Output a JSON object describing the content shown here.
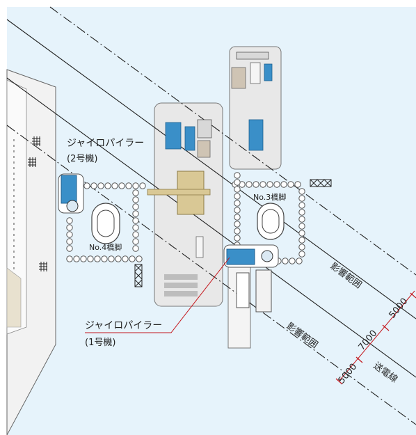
{
  "colors": {
    "background": "#ffffff",
    "field": "#e6f3fb",
    "platform": "#e8e8e8",
    "equipment_blue": "#3a8fc8",
    "equipment_tan": "#d9c895",
    "leader_red": "#c4161c",
    "line": "#222222"
  },
  "labels": {
    "gyro_2": "ジャイロパイラー",
    "gyro_2_sub": "(2号機)",
    "gyro_1": "ジャイロパイラー",
    "gyro_1_sub": "(1号機)",
    "pier_4": "No.4橋脚",
    "pier_3": "No.3橋脚",
    "influence_upper": "影響範囲",
    "influence_lower": "影響範囲",
    "transmission_line": "送電線"
  },
  "dimensions": {
    "upper_offset": "5000",
    "center_width": "7000",
    "lower_offset": "5000"
  },
  "icons": {
    "hatch_marks": "hash-grid-icon",
    "crane": "gyro-piler-machine-icon"
  }
}
